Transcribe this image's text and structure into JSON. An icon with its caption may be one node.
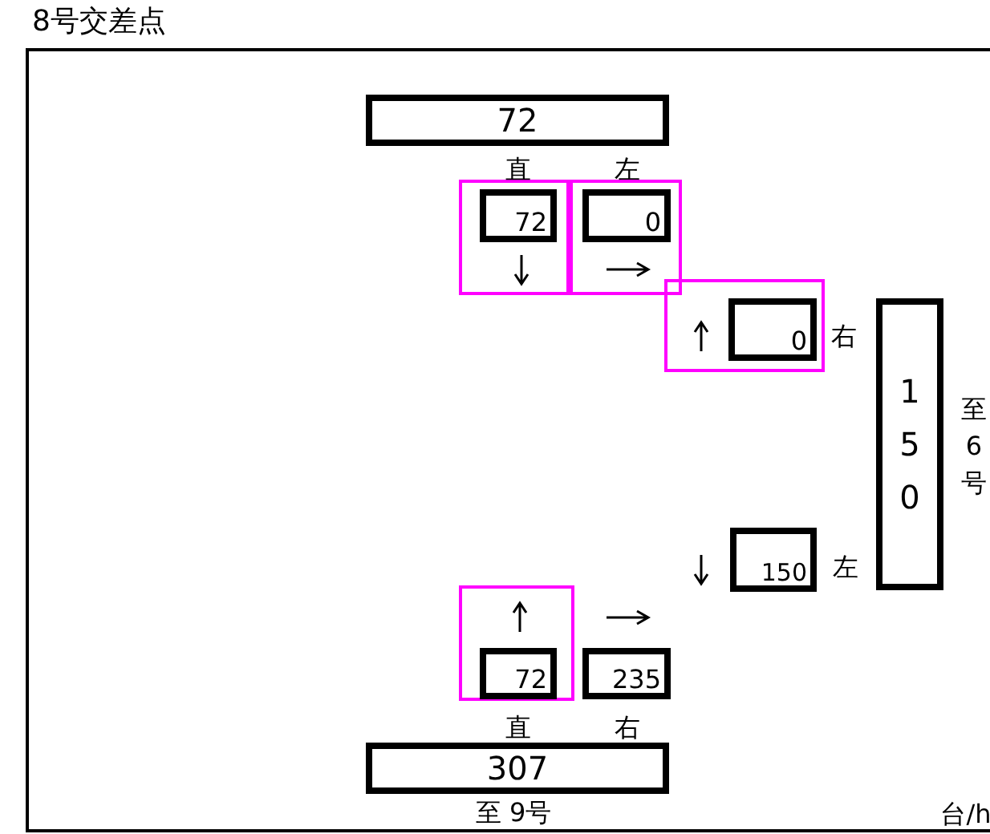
{
  "diagram": {
    "title": "8号交差点",
    "nodes": [
      {
        "text": [
          "72"
        ]
      },
      {
        "text": [],
        "shape": "box"
      },
      {
        "text": [
          "72"
        ],
        "in": 1,
        "beside": [
          "直"
        ]
      },
      {
        "text": [],
        "shape": "box"
      },
      {
        "text": [
          "0"
        ],
        "in": 3,
        "beside": [
          "左"
        ]
      },
      {
        "text": [],
        "shape": "box"
      },
      {
        "text": [
          "0"
        ],
        "in": 5,
        "beside": [
          "右"
        ]
      },
      {
        "text": [
          "150"
        ],
        "beside": [
          "至 6号"
        ]
      },
      {
        "text": [
          "150"
        ],
        "beside": [
          "左"
        ]
      },
      {
        "text": [],
        "shape": "box"
      },
      {
        "text": [
          "72"
        ],
        "in": 9,
        "beside": [
          "直"
        ]
      },
      {
        "text": [
          "235"
        ],
        "beside": [
          "右"
        ]
      },
      {
        "text": [
          "307"
        ],
        "beside": [
          "至 9号"
        ]
      }
    ],
    "labels": [
      "台/h"
    ]
  }
}
